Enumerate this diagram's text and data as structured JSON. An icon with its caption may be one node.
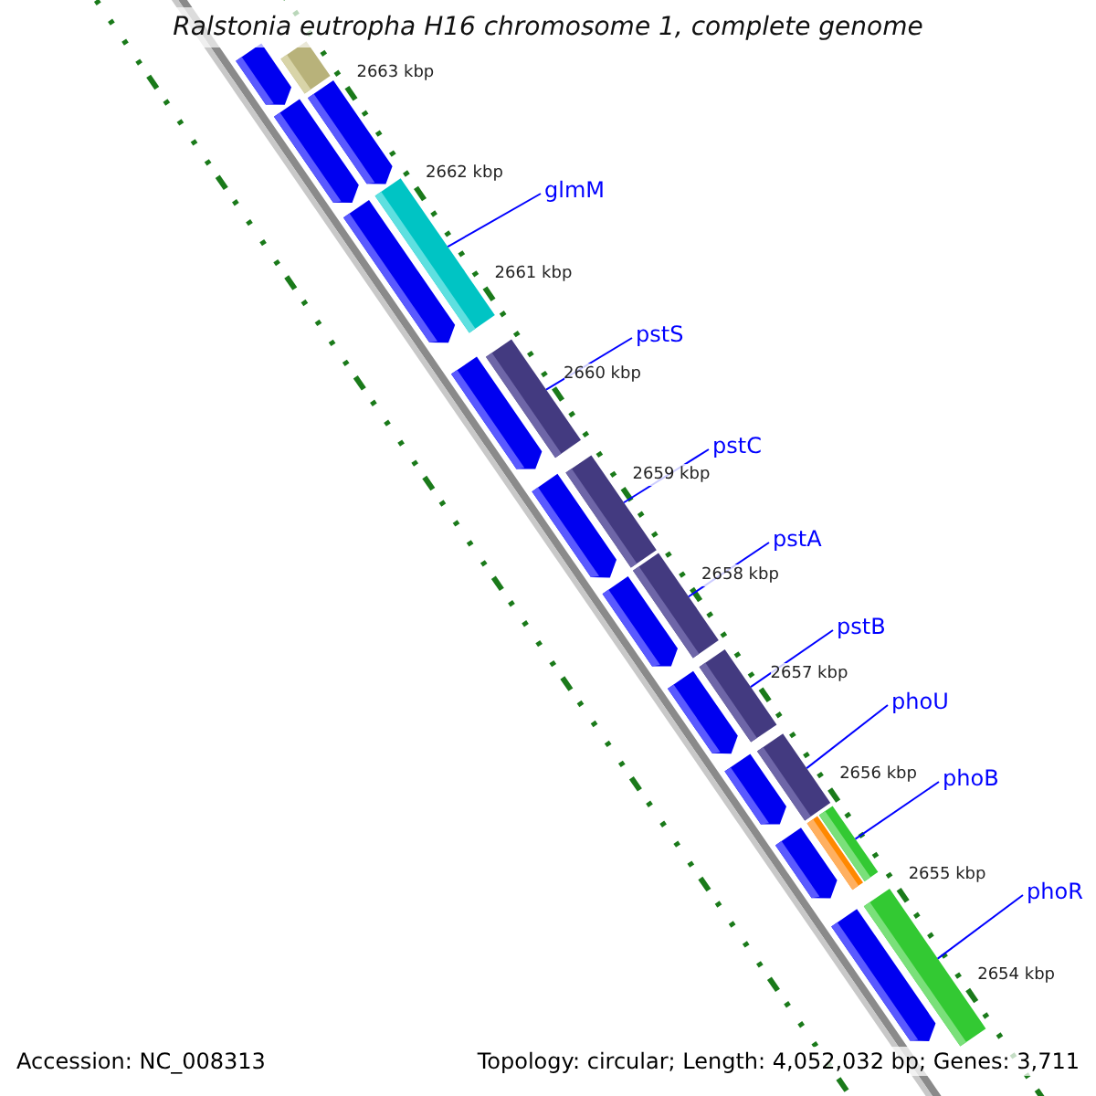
{
  "diagram": {
    "title": "Ralstonia eutropha H16 chromosome 1, complete genome",
    "nodes": [
      {
        "text": [
          "glmM"
        ]
      },
      {
        "text": [
          "pstS"
        ]
      },
      {
        "text": [
          "pstC"
        ]
      },
      {
        "text": [
          "pstA"
        ]
      },
      {
        "text": [
          "pstB"
        ]
      },
      {
        "text": [
          "phoU"
        ]
      },
      {
        "text": [
          "phoB"
        ]
      },
      {
        "text": [
          "phoR"
        ]
      },
      {
        "text": [],
        "shape": "bar"
      },
      {
        "text": [],
        "shape": "bar"
      },
      {
        "text": [],
        "shape": "bar"
      },
      {
        "text": [],
        "shape": "bar"
      },
      {
        "text": [],
        "shape": "bar"
      },
      {
        "text": [],
        "shape": "bar"
      },
      {
        "text": [],
        "shape": "bar"
      },
      {
        "text": [],
        "shape": "bar"
      },
      {
        "text": [],
        "shape": "pentagon"
      },
      {
        "text": [],
        "shape": "bar"
      },
      {
        "text": [],
        "shape": "pentagon"
      },
      {
        "text": [],
        "shape": "pentagon"
      },
      {
        "text": [],
        "shape": "pentagon"
      },
      {
        "text": [],
        "shape": "pentagon"
      },
      {
        "text": [],
        "shape": "pentagon"
      },
      {
        "text": [],
        "shape": "pentagon"
      },
      {
        "text": [],
        "shape": "pentagon"
      },
      {
        "text": [],
        "shape": "pentagon"
      },
      {
        "text": [],
        "shape": "pentagon"
      },
      {
        "text": [],
        "shape": "bar"
      },
      {
        "text": [],
        "shape": "pentagon"
      }
    ],
    "edges": [
      {
        "from": 0,
        "to": 8,
        "arrow": "none"
      },
      {
        "from": 1,
        "to": 9,
        "arrow": "none"
      },
      {
        "from": 2,
        "to": 10,
        "arrow": "none"
      },
      {
        "from": 3,
        "to": 11,
        "arrow": "none"
      },
      {
        "from": 4,
        "to": 12,
        "arrow": "none"
      },
      {
        "from": 5,
        "to": 13,
        "arrow": "none"
      },
      {
        "from": 6,
        "to": 14,
        "arrow": "none"
      },
      {
        "from": 7,
        "to": 15,
        "arrow": "none"
      }
    ],
    "labels": [
      "2663 kbp",
      "2662 kbp",
      "2661 kbp",
      "2660 kbp",
      "2659 kbp",
      "2658 kbp",
      "2657 kbp",
      "2656 kbp",
      "2655 kbp",
      "2654 kbp",
      "Accession: NC_008313",
      "Topology: circular; Length: 4,052,032 bp; Genes: 3,711"
    ]
  }
}
